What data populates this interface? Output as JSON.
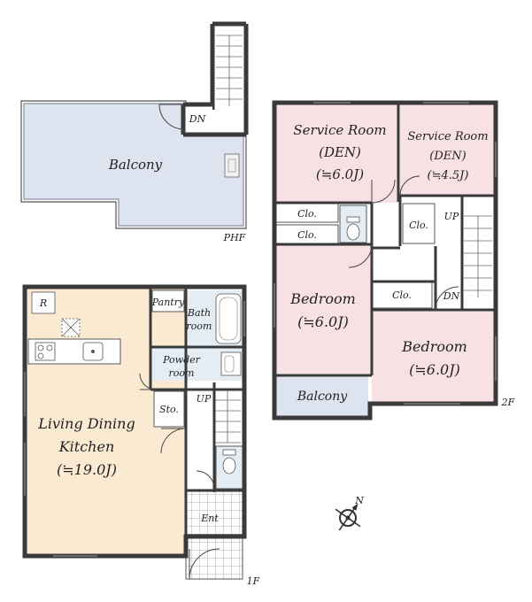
{
  "colors": {
    "balcony_fill": "#dde3ef",
    "bedroom_fill": "#f8e1e4",
    "ldk_fill": "#fbead2",
    "utility_fill": "#e4ecf4",
    "wall": "#3a3a3a"
  },
  "phf": {
    "floor_label": "PHF",
    "balcony": "Balcony",
    "stair_dn": "DN"
  },
  "second_floor": {
    "floor_label": "2F",
    "service_room_1": {
      "name": "Service Room",
      "sub": "(DEN)",
      "size": "(≒6.0J)"
    },
    "service_room_2": {
      "name": "Service Room",
      "sub": "(DEN)",
      "size": "(≒4.5J)"
    },
    "closet_1": "Clo.",
    "closet_2": "Clo.",
    "closet_3": "Clo.",
    "closet_4": "Clo.",
    "bedroom_1": {
      "name": "Bedroom",
      "size": "(≒6.0J)"
    },
    "bedroom_2": {
      "name": "Bedroom",
      "size": "(≒6.0J)"
    },
    "balcony": "Balcony",
    "stair_up": "UP",
    "stair_dn": "DN"
  },
  "first_floor": {
    "floor_label": "1F",
    "ldk": {
      "name_line1": "Living Dining",
      "name_line2": "Kitchen",
      "size": "(≒19.0J)"
    },
    "fridge": "R",
    "pantry": "Pantry",
    "bath": {
      "line1": "Bath",
      "line2": "room"
    },
    "powder": {
      "line1": "Powder",
      "line2": "room"
    },
    "storage": "Sto.",
    "stair_up": "UP",
    "entrance": "Ent"
  },
  "compass": {
    "north": "N"
  }
}
